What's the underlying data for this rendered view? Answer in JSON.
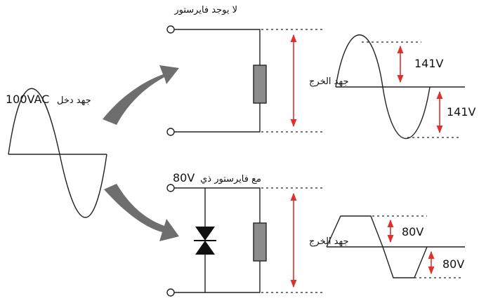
{
  "input": {
    "voltage": "100VAC",
    "label": "جهد دخل"
  },
  "top_circuit": {
    "title": "لا يوجد فايرستور",
    "output_label": "جهد الخرج",
    "positive_peak": "141V",
    "negative_peak": "141V"
  },
  "bottom_circuit": {
    "title": "مع فايرستور ذي",
    "rating": "80V",
    "output_label": "جهد الخرج",
    "positive_clip": "80V",
    "negative_clip": "80V"
  },
  "colors": {
    "arrow_fill": "#6e6e6e",
    "resistor_fill": "#8c8c8c",
    "measure_arrow": "#e0302b",
    "wire": "#222222"
  }
}
